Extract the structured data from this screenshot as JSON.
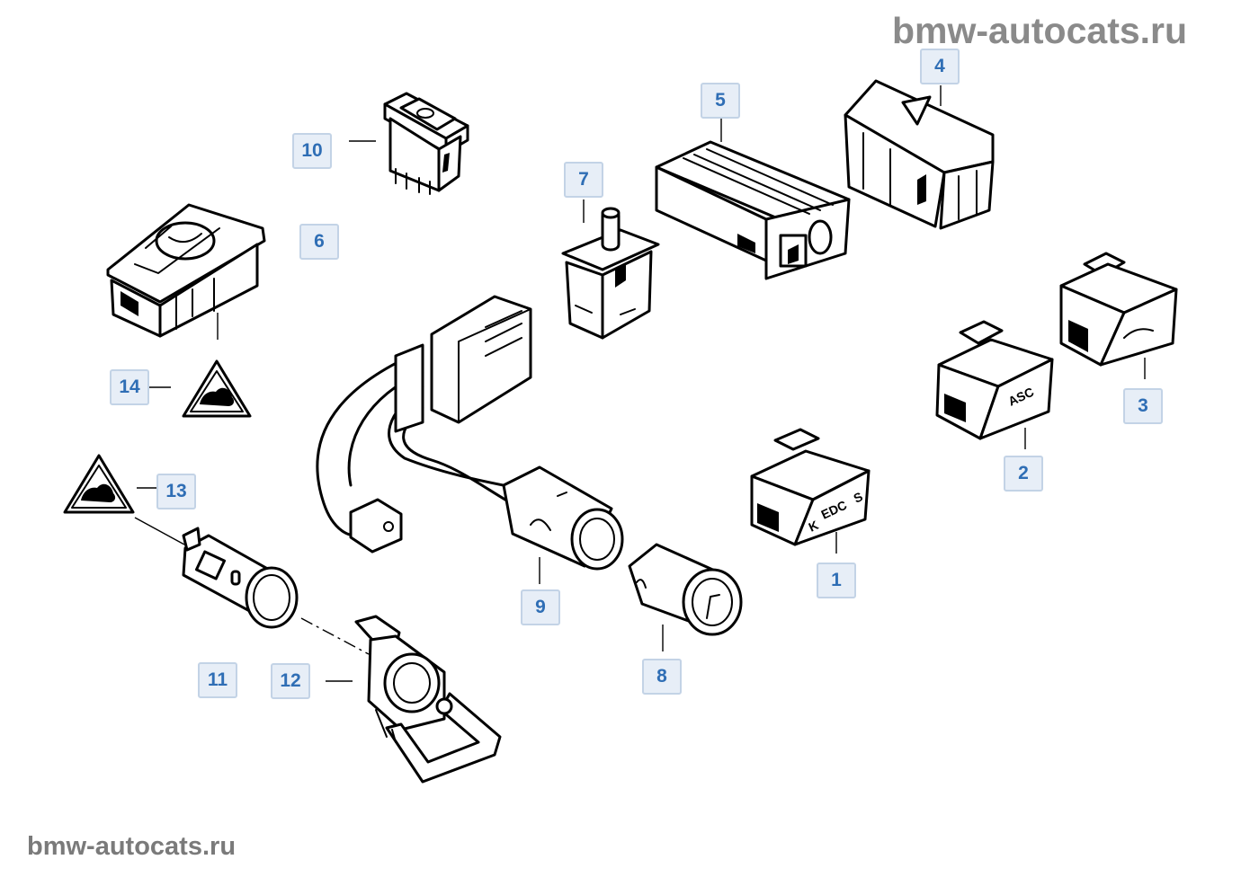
{
  "watermark": "bmw-autocats.ru",
  "part_labels": {
    "edc": "EDC",
    "edc_k": "K",
    "edc_s": "S",
    "asc": "ASC"
  },
  "callouts": [
    {
      "id": "1",
      "label": "1"
    },
    {
      "id": "2",
      "label": "2"
    },
    {
      "id": "3",
      "label": "3"
    },
    {
      "id": "4",
      "label": "4"
    },
    {
      "id": "5",
      "label": "5"
    },
    {
      "id": "6",
      "label": "6"
    },
    {
      "id": "7",
      "label": "7"
    },
    {
      "id": "8",
      "label": "8"
    },
    {
      "id": "9",
      "label": "9"
    },
    {
      "id": "10",
      "label": "10"
    },
    {
      "id": "11",
      "label": "11"
    },
    {
      "id": "12",
      "label": "12"
    },
    {
      "id": "13",
      "label": "13"
    },
    {
      "id": "14",
      "label": "14"
    }
  ],
  "colors": {
    "callout_text": "#2f6eb5",
    "callout_fill": "#e7eef7",
    "callout_border": "#c3d3e6",
    "watermark": "#8a8a8a"
  }
}
